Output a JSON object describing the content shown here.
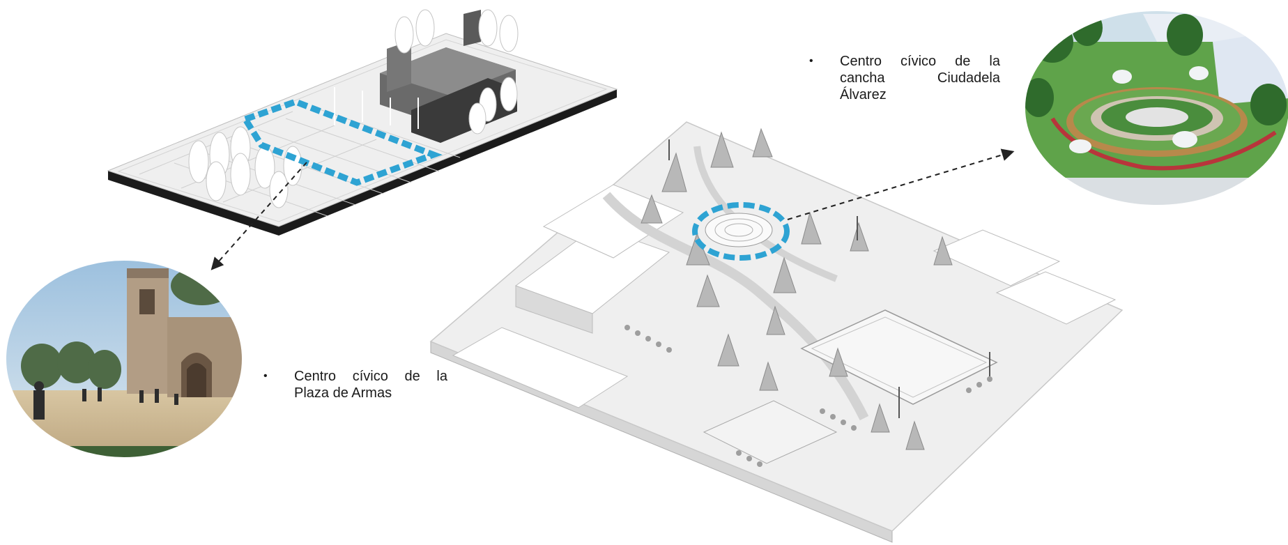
{
  "captions": {
    "plaza": "Centro cívico de la Plaza de Armas",
    "cancha_line1": "Centro cívico de la",
    "cancha_line2": "cancha Ciudadela",
    "cancha_line3": "Álvarez"
  },
  "bullet": "•",
  "colors": {
    "highlight": "#2ea3d3",
    "arrow": "#222222",
    "model_top": "#ededed",
    "model_side": "#1c1c1c",
    "grass": "#5fa34a",
    "sky": "#a9c9e3"
  },
  "icons": [
    "dashed-arrow-icon",
    "bullet-icon"
  ]
}
